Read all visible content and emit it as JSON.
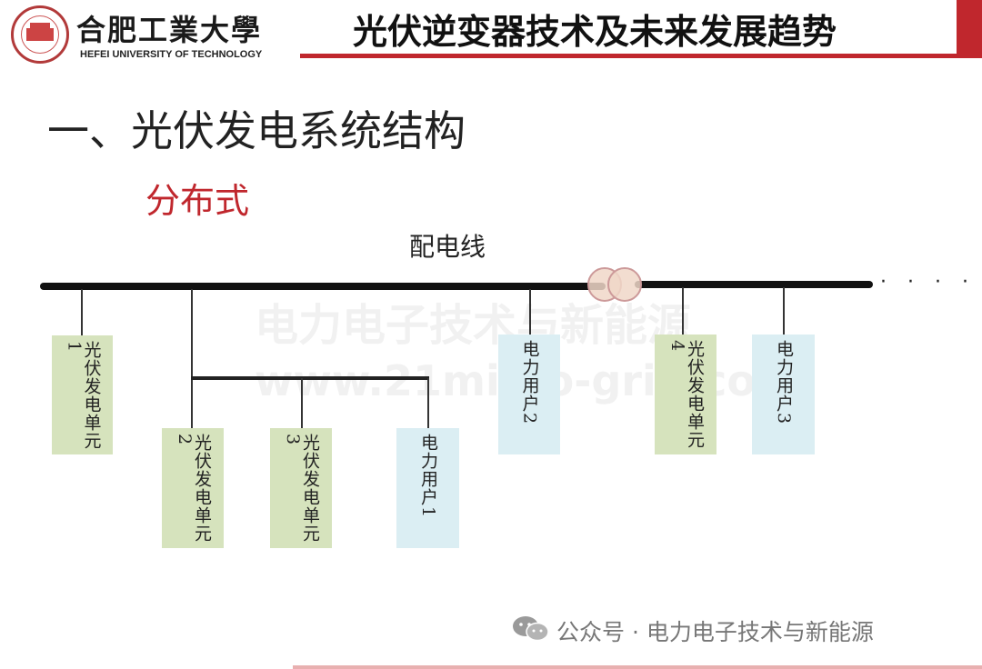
{
  "header": {
    "school_name": "合肥工業大學",
    "school_name_en": "HEFEI UNIVERSITY OF TECHNOLOGY",
    "slide_title": "光伏逆变器技术及未来发展趋势",
    "accent_color": "#c0272d"
  },
  "section_heading": "一、光伏发电系统结构",
  "sub_heading": "分布式",
  "diagram": {
    "line_label": "配电线",
    "continuation": "· · · ·",
    "units": [
      "光伏发电单元1",
      "光伏发电单元2",
      "光伏发电单元3",
      "光伏发电单元4"
    ],
    "users": [
      "电力用户1",
      "电力用户2",
      "电力用户3"
    ],
    "unit_color": "#d6e3bd",
    "user_color": "#dbeef3",
    "transformer_icon": "transformer-icon"
  },
  "watermark": {
    "line1": "电力电子技术与新能源",
    "line2": "www.21micro-grid.com"
  },
  "footer": {
    "text": "公众号 · 电力电子技术与新能源",
    "icon": "wechat-icon"
  }
}
